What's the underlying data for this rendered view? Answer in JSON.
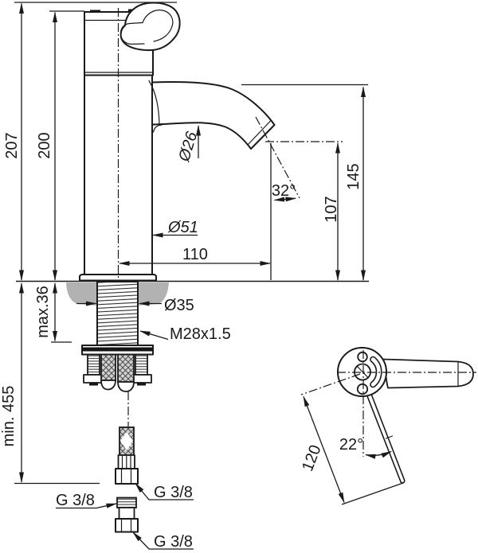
{
  "colors": {
    "line": "#1a1a1a",
    "background": "#ffffff",
    "deck_section_fill": "#b2b2b2",
    "hose_braid_fill": "#d2d2d2"
  },
  "main_view": {
    "dimensions": {
      "total_height": "207",
      "body_height": "200",
      "spout_diameter": "Ø26",
      "spout_angle": "32°",
      "outlet_height": "107",
      "spout_clearance_height": "145",
      "body_diameter": "Ø51",
      "spout_reach": "110"
    }
  },
  "installation_view": {
    "dimensions": {
      "max_deck_thickness": "max.36",
      "deck_hole_diameter": "Ø35",
      "shank_thread": "M28x1.5",
      "min_hose_clearance": "min. 455",
      "hose_connection_top": "G 3/8",
      "hose_connection_side": "G 3/8",
      "hose_connection_bottom": "G 3/8"
    }
  },
  "handle_detail_view": {
    "dimensions": {
      "lever_length": "120",
      "lever_swing_angle": "22°"
    }
  }
}
